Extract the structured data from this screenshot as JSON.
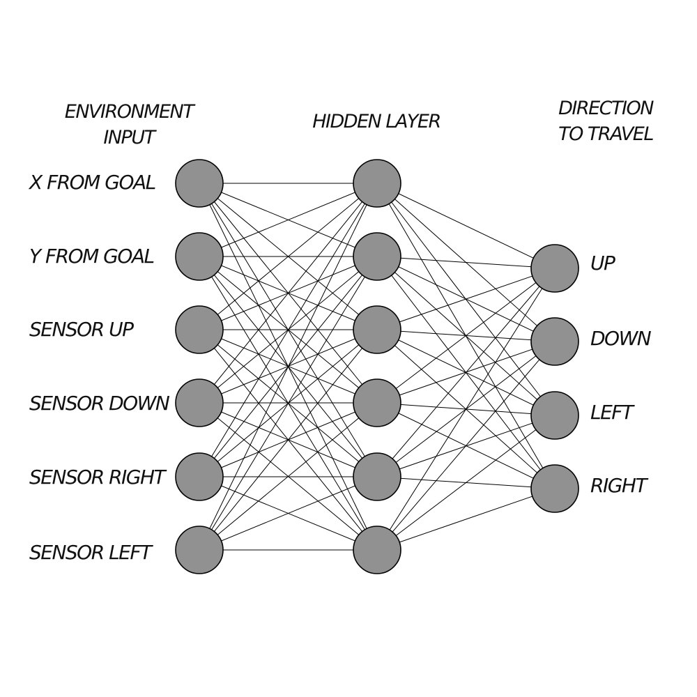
{
  "headers": {
    "input": [
      "ENVIRONMENT",
      "INPUT"
    ],
    "hidden": [
      "HIDDEN LAYER"
    ],
    "output": [
      "DIRECTION",
      "TO TRAVEL"
    ]
  },
  "input_nodes": [
    "X FROM GOAL",
    "Y FROM GOAL",
    "SENSOR UP",
    "SENSOR DOWN",
    "SENSOR RIGHT",
    "SENSOR LEFT"
  ],
  "hidden_node_count": 6,
  "output_nodes": [
    "UP",
    "DOWN",
    "LEFT",
    "RIGHT"
  ],
  "connectivity": "fully-connected",
  "colors": {
    "node_fill": "#919191",
    "node_stroke": "#000000",
    "edge": "#000000",
    "text": "#111111"
  }
}
